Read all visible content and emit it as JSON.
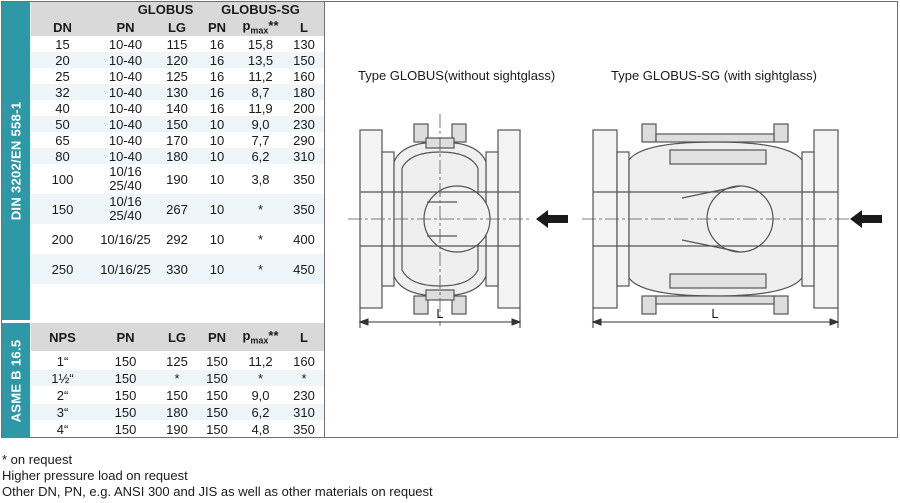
{
  "side": {
    "din": "DIN 3202/EN 558-1",
    "asme": "ASME B 16.5"
  },
  "groups": {
    "globus": "GLOBUS",
    "globus_sg": "GLOBUS-SG"
  },
  "din_header": {
    "dn": "DN",
    "pn": "PN",
    "lg": "LG",
    "pn2": "PN",
    "pmax": "p",
    "pmax_sub": "max",
    "pmax_sup": "**",
    "l": "L"
  },
  "din_rows": [
    [
      "15",
      "10-40",
      "115",
      "16",
      "15,8",
      "130"
    ],
    [
      "20",
      "10-40",
      "120",
      "16",
      "13,5",
      "150"
    ],
    [
      "25",
      "10-40",
      "125",
      "16",
      "11,2",
      "160"
    ],
    [
      "32",
      "10-40",
      "130",
      "16",
      "8,7",
      "180"
    ],
    [
      "40",
      "10-40",
      "140",
      "16",
      "11,9",
      "200"
    ],
    [
      "50",
      "10-40",
      "150",
      "10",
      "9,0",
      "230"
    ],
    [
      "65",
      "10-40",
      "170",
      "10",
      "7,7",
      "290"
    ],
    [
      "80",
      "10-40",
      "180",
      "10",
      "6,2",
      "310"
    ],
    [
      "100",
      "10/16\n25/40",
      "190",
      "10",
      "3,8",
      "350"
    ],
    [
      "150",
      "10/16\n25/40",
      "267",
      "10",
      "*",
      "350"
    ],
    [
      "200",
      "10/16/25",
      "292",
      "10",
      "*",
      "400"
    ],
    [
      "250",
      "10/16/25",
      "330",
      "10",
      "*",
      "450"
    ]
  ],
  "asme_header": {
    "nps": "NPS",
    "pn": "PN",
    "lg": "LG",
    "pn2": "PN",
    "pmax": "p",
    "pmax_sub": "max",
    "pmax_sup": "**",
    "l": "L"
  },
  "asme_rows": [
    [
      "1“",
      "150",
      "125",
      "150",
      "11,2",
      "160"
    ],
    [
      "1½“",
      "150",
      "*",
      "150",
      "*",
      "*"
    ],
    [
      "2“",
      "150",
      "150",
      "150",
      "9,0",
      "230"
    ],
    [
      "3“",
      "150",
      "180",
      "150",
      "6,2",
      "310"
    ],
    [
      "4“",
      "150",
      "190",
      "150",
      "4,8",
      "350"
    ]
  ],
  "captions": {
    "left": "Type GLOBUS(without sightglass)",
    "right": "Type GLOBUS-SG (with sightglass)"
  },
  "dim_label": "L",
  "footnotes": [
    "* on request",
    "Higher pressure load on request",
    "Other DN, PN, e.g. ANSI 300 and JIS as well as other materials on request"
  ],
  "colors": {
    "accent": "#2f98a6",
    "header_bg": "#d9d9d9",
    "alt_row": "#eef6fa"
  }
}
